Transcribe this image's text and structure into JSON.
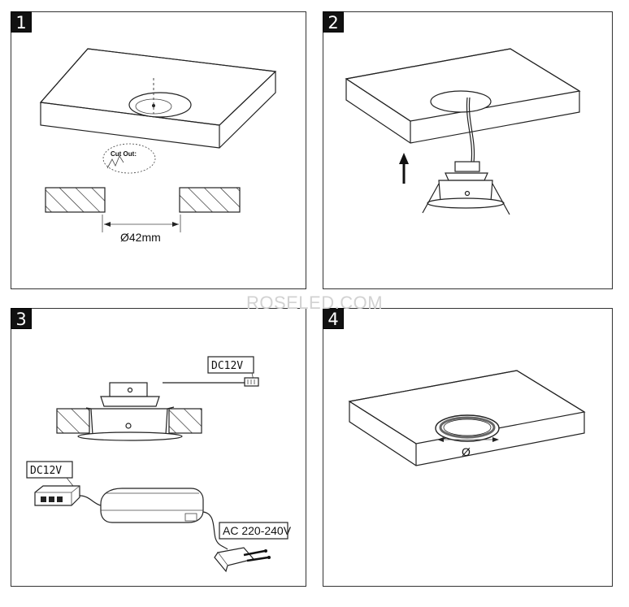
{
  "steps": [
    {
      "number": "1",
      "cutout_label": "Cut Out:",
      "diameter_label": "Ø42mm"
    },
    {
      "number": "2"
    },
    {
      "number": "3",
      "dc_label_top": "DC12V",
      "dc_label_bottom": "DC12V",
      "ac_label": "AC 220-240V"
    },
    {
      "number": "4",
      "diameter_symbol": "Ø"
    }
  ],
  "watermark": "ROSELED.COM"
}
